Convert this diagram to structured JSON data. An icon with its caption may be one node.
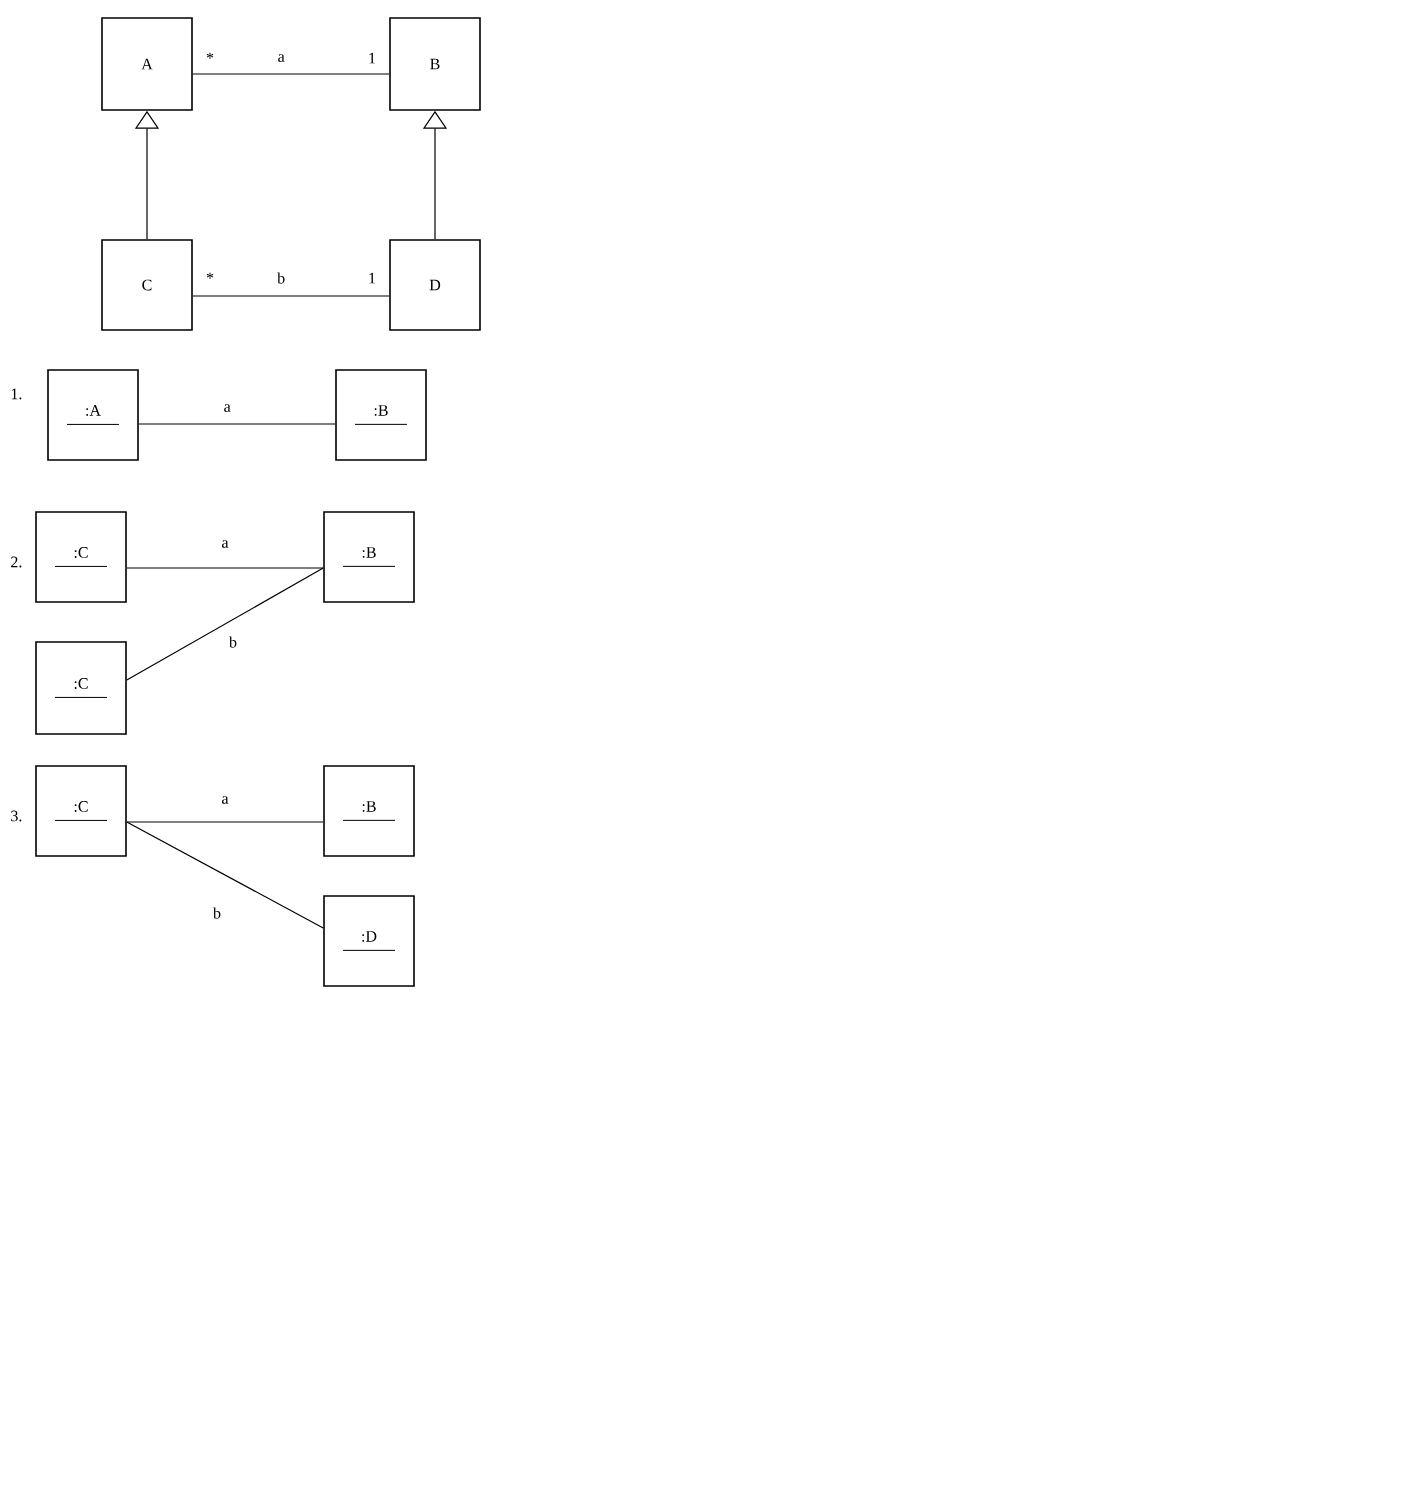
{
  "diagram": {
    "nodes": [
      {
        "text": [
          "A"
        ]
      },
      {
        "text": [
          "B"
        ]
      },
      {
        "text": [
          "C"
        ]
      },
      {
        "text": [
          "D"
        ]
      },
      {
        "text": [
          ":A"
        ]
      },
      {
        "text": [
          ":B"
        ]
      },
      {
        "text": [
          ":C"
        ]
      },
      {
        "text": [
          ":B"
        ]
      },
      {
        "text": [
          ":C"
        ]
      },
      {
        "text": [
          ":C"
        ]
      },
      {
        "text": [
          ":B"
        ]
      },
      {
        "text": [
          ":D"
        ]
      }
    ],
    "edges": [
      {
        "from": 0,
        "to": 1,
        "arrow": "none",
        "label": "a"
      },
      {
        "from": 2,
        "to": 0,
        "arrow": "to"
      },
      {
        "from": 3,
        "to": 1,
        "arrow": "to"
      },
      {
        "from": 2,
        "to": 3,
        "arrow": "none",
        "label": "b"
      },
      {
        "from": 4,
        "to": 5,
        "arrow": "none",
        "label": "a"
      },
      {
        "from": 6,
        "to": 7,
        "arrow": "none",
        "label": "a"
      },
      {
        "from": 8,
        "to": 7,
        "arrow": "none",
        "label": "b"
      },
      {
        "from": 9,
        "to": 10,
        "arrow": "none",
        "label": "a"
      },
      {
        "from": 9,
        "to": 11,
        "arrow": "none",
        "label": "b"
      }
    ],
    "labels": [
      "*",
      "1",
      "*",
      "1",
      "1.",
      "2.",
      "3."
    ]
  }
}
